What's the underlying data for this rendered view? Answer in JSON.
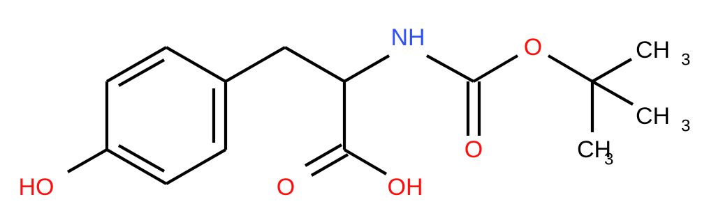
{
  "molecule": {
    "labels": {
      "nh": "NH",
      "o_ester": "O",
      "o_carbonyl": "O",
      "acid_o": "O",
      "acid_oh": "OH",
      "phenol_oh": "HO",
      "ch3": "CH",
      "ch3_subscript": "3"
    },
    "colors": {
      "bond": "#000000",
      "oxygen": "#ff0d0d",
      "nitrogen": "#3050f8"
    }
  }
}
